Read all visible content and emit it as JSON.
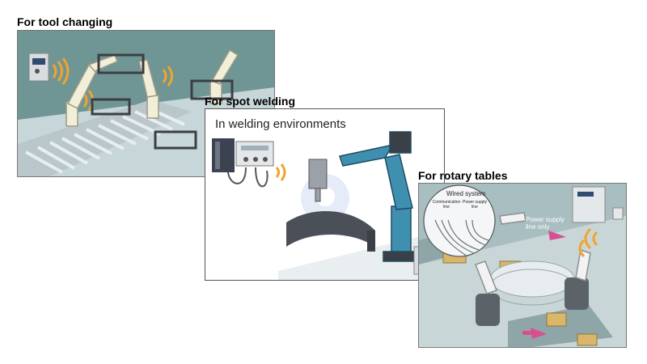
{
  "headings": {
    "tool_changing": "For tool changing",
    "spot_welding": "For spot welding",
    "rotary_tables": "For rotary tables"
  },
  "spot_welding": {
    "environment_label": "In welding environments"
  },
  "rotary_tables": {
    "callout_title": "Wired system",
    "callout_comm_line": "Communication line",
    "callout_power_line": "Power supply line",
    "power_only_label": "Power supply line only"
  },
  "colors": {
    "wireless_wave": "#f3a32b",
    "arrow": "#d94f91",
    "robot_blue": "#3f8fb0",
    "robot_cream": "#f2efd8",
    "conveyor": "#c8d3d6",
    "floor": "#8aa7a6"
  },
  "icons": [
    "wireless-wave-icon",
    "rotation-arrow-icon",
    "direction-arrow-icon"
  ]
}
